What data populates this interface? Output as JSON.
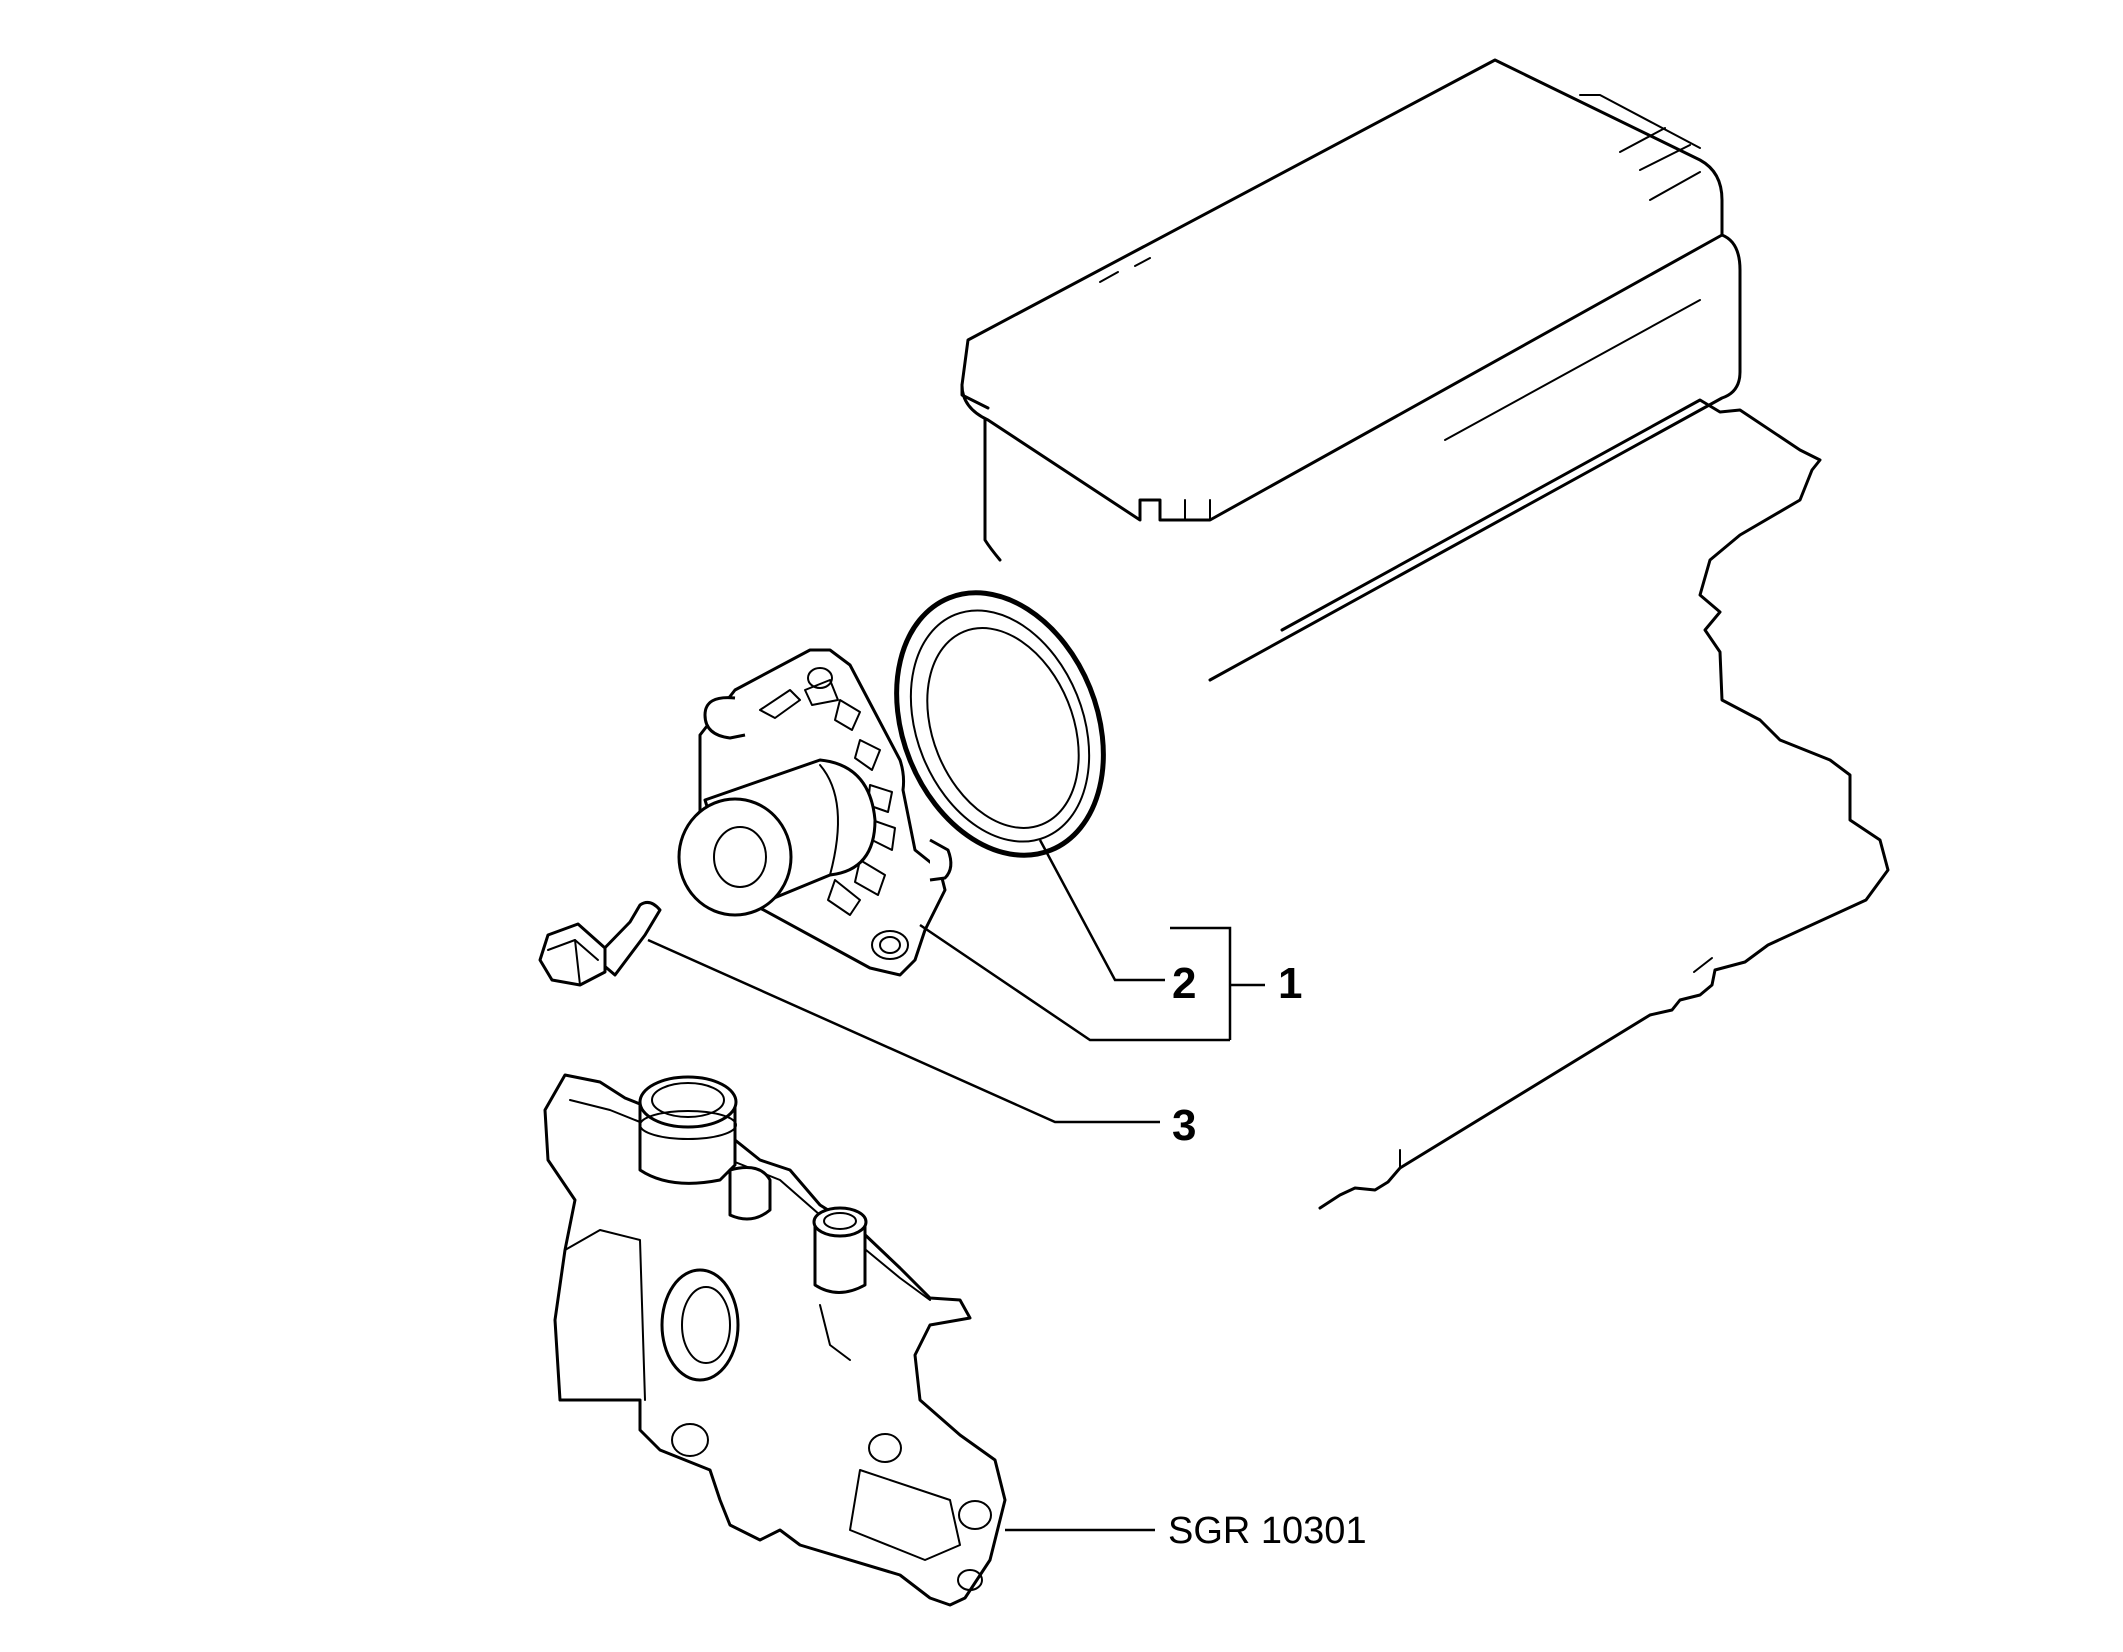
{
  "callouts": {
    "assembly": "1",
    "gasket": "2",
    "bolt": "3"
  },
  "reference": "SGR 10301"
}
